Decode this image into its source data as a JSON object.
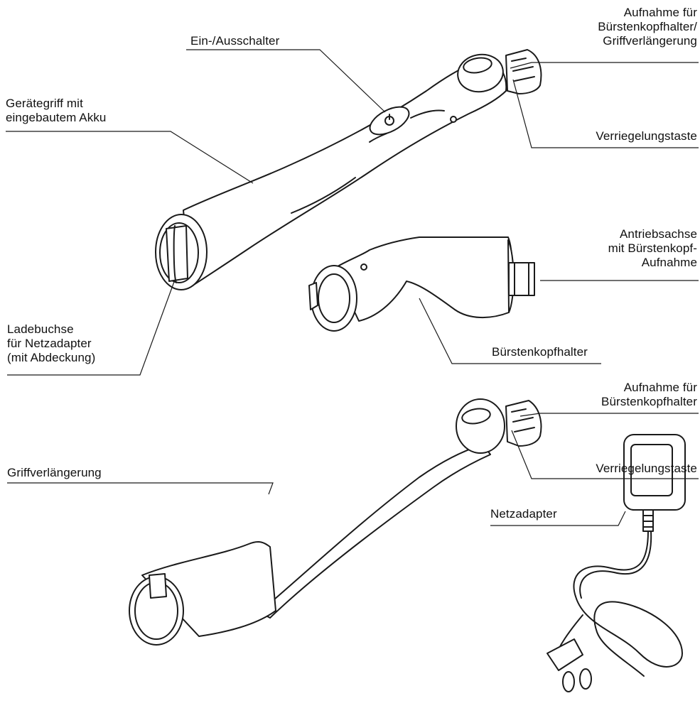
{
  "labels": {
    "switch": "Ein-/Ausschalter",
    "handle": [
      "Gerätegriff mit",
      "eingebautem Akku"
    ],
    "mount_top": [
      "Aufnahme für",
      "Bürstenkopfhalter/",
      "Griffverlängerung"
    ],
    "lock_top": "Verriegelungstaste",
    "axle": [
      "Antriebsachse",
      "mit Bürstenkopf-",
      "Aufnahme"
    ],
    "socket": [
      "Ladebuchse",
      "für Netzadapter",
      "(mit Abdeckung)"
    ],
    "brush_holder": "Bürstenkopfhalter",
    "mount_bottom": [
      "Aufnahme für",
      "Bürstenkopfhalter"
    ],
    "extension": "Griffverlängerung",
    "lock_bottom": "Verriegelungstaste",
    "adapter": "Netzadapter"
  }
}
